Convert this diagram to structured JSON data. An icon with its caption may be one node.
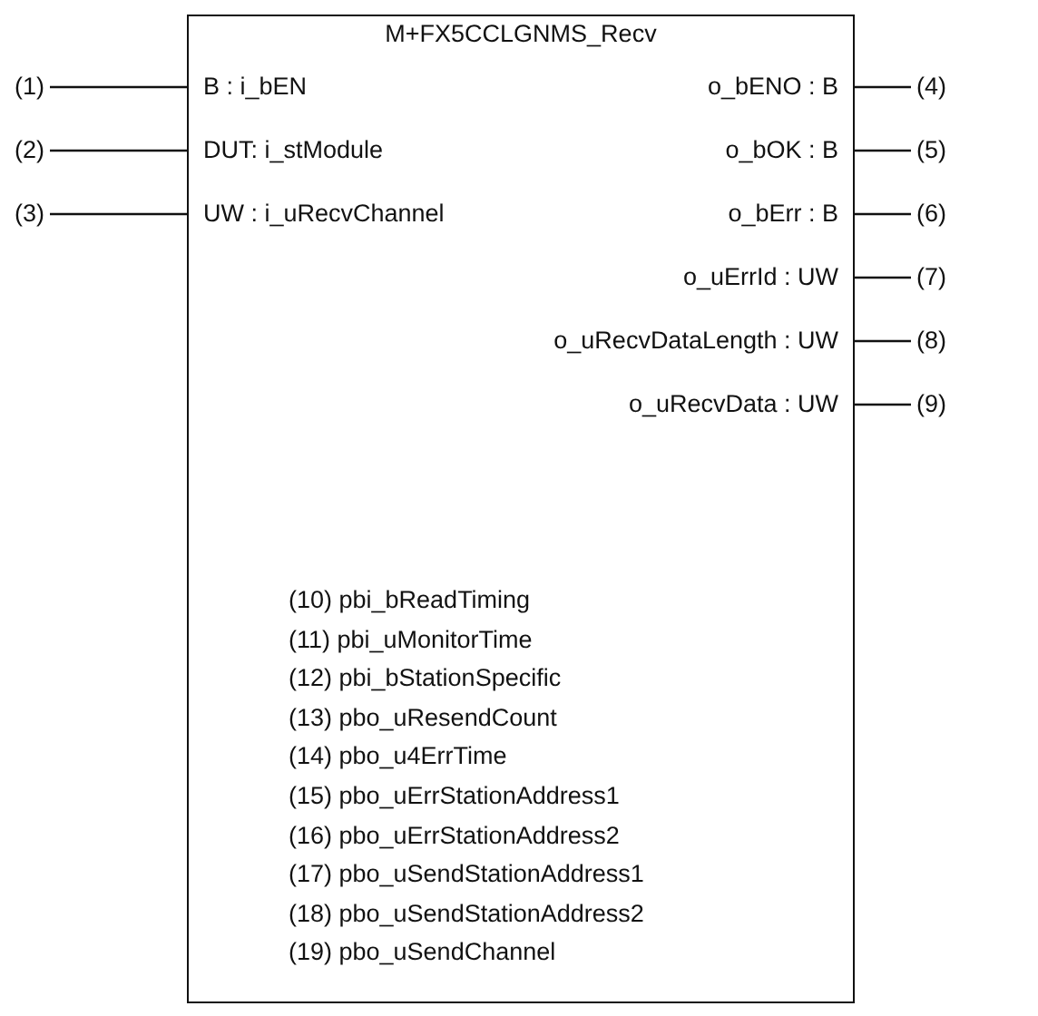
{
  "diagram": {
    "nodes": [
      {
        "text": [
          "M+FX5CCLGNMS_Recv",
          "B : i_bEN",
          "DUT: i_stModule",
          "UW : i_uRecvChannel",
          "o_bENO : B",
          "o_bOK : B",
          "o_bErr : B",
          "o_uErrId : UW",
          "o_uRecvDataLength : UW",
          "o_uRecvData : UW",
          "(10) pbi_bReadTiming",
          "(11) pbi_uMonitorTime",
          "(12) pbi_bStationSpecific",
          "(13) pbo_uResendCount",
          "(14) pbo_u4ErrTime",
          "(15) pbo_uErrStationAddress1",
          "(16) pbo_uErrStationAddress2",
          "(17) pbo_uSendStationAddress1",
          "(18) pbo_uSendStationAddress2",
          "(19) pbo_uSendChannel"
        ]
      },
      {
        "text": [
          "(1)"
        ]
      },
      {
        "text": [
          "(2)"
        ]
      },
      {
        "text": [
          "(3)"
        ]
      },
      {
        "text": [
          "(4)"
        ]
      },
      {
        "text": [
          "(5)"
        ]
      },
      {
        "text": [
          "(6)"
        ]
      },
      {
        "text": [
          "(7)"
        ]
      },
      {
        "text": [
          "(8)"
        ]
      },
      {
        "text": [
          "(9)"
        ]
      }
    ],
    "edges": [
      {
        "from": 1,
        "to": 0,
        "arrow": "none"
      },
      {
        "from": 2,
        "to": 0,
        "arrow": "none"
      },
      {
        "from": 3,
        "to": 0,
        "arrow": "none"
      },
      {
        "from": 4,
        "to": 0,
        "arrow": "none"
      },
      {
        "from": 5,
        "to": 0,
        "arrow": "none"
      },
      {
        "from": 6,
        "to": 0,
        "arrow": "none"
      },
      {
        "from": 7,
        "to": 0,
        "arrow": "none"
      },
      {
        "from": 8,
        "to": 0,
        "arrow": "none"
      },
      {
        "from": 9,
        "to": 0,
        "arrow": "none"
      }
    ]
  }
}
